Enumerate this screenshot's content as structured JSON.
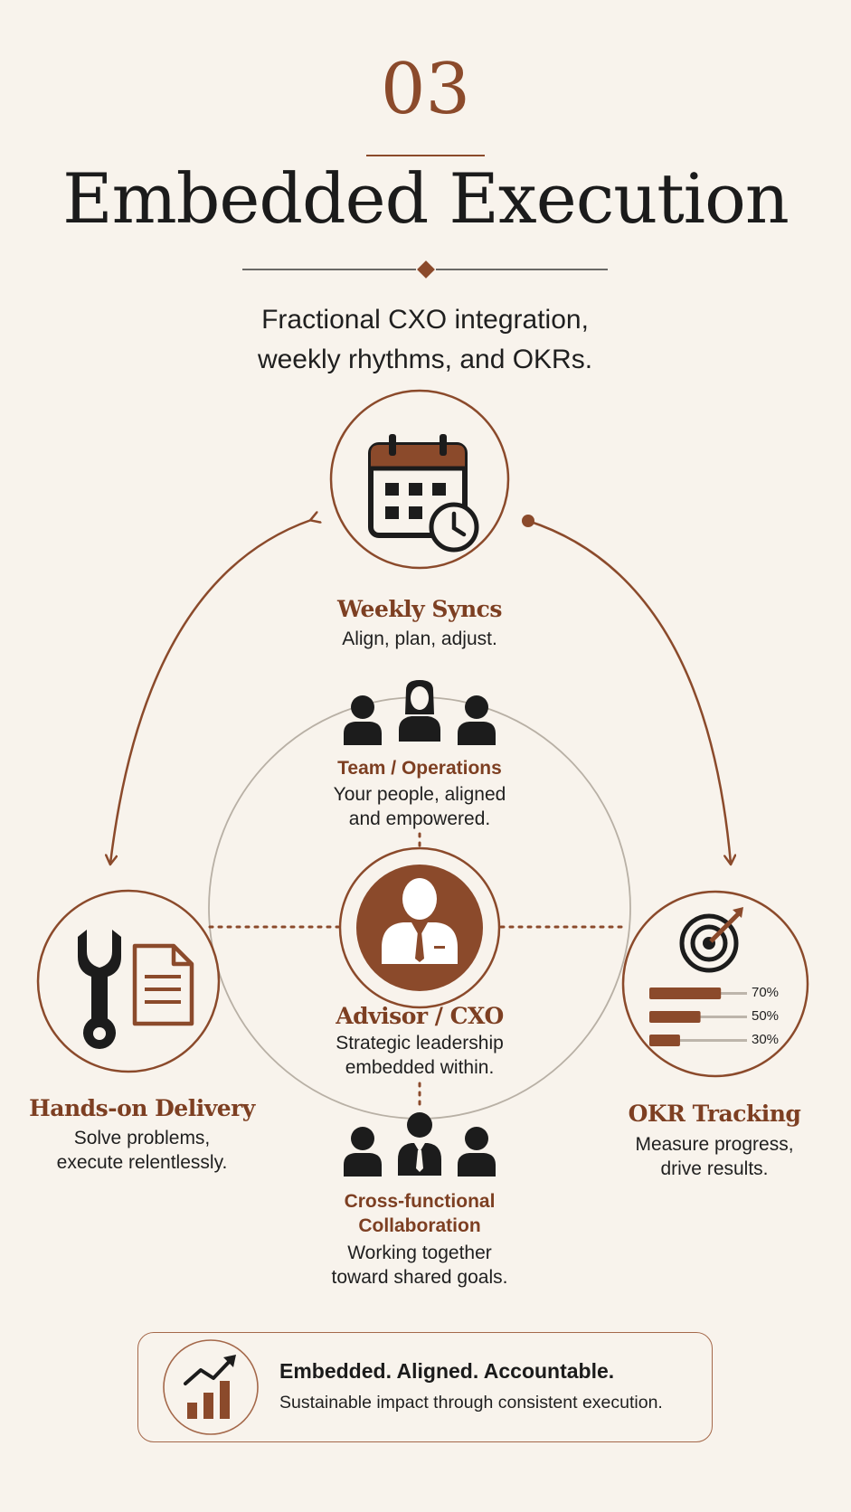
{
  "header": {
    "number": "03",
    "title": "Embedded Execution",
    "subtitle_line1": "Fractional CXO integration,",
    "subtitle_line2": "weekly rhythms, and OKRs."
  },
  "nodes": {
    "weekly_syncs": {
      "title": "Weekly Syncs",
      "desc": "Align, plan, adjust.",
      "icon": "calendar-clock-icon"
    },
    "hands_on": {
      "title": "Hands-on Delivery",
      "desc_line1": "Solve problems,",
      "desc_line2": "execute relentlessly.",
      "icon": "wrench-document-icon"
    },
    "okr": {
      "title": "OKR Tracking",
      "desc_line1": "Measure progress,",
      "desc_line2": "drive results.",
      "icon": "target-icon",
      "bars": [
        {
          "label": "70%",
          "value": 0.7
        },
        {
          "label": "50%",
          "value": 0.5
        },
        {
          "label": "30%",
          "value": 0.3
        }
      ]
    },
    "team": {
      "title": "Team / Operations",
      "desc_line1": "Your people, aligned",
      "desc_line2": "and empowered.",
      "icon": "team-people-icon"
    },
    "advisor": {
      "title": "Advisor / CXO",
      "desc_line1": "Strategic leadership",
      "desc_line2": "embedded within.",
      "icon": "advisor-icon"
    },
    "collab": {
      "title_line1": "Cross-functional",
      "title_line2": "Collaboration",
      "desc_line1": "Working together",
      "desc_line2": "toward shared goals.",
      "icon": "collaboration-people-icon"
    }
  },
  "footer": {
    "heading": "Embedded. Aligned. Accountable.",
    "desc": "Sustainable impact through consistent execution.",
    "icon": "growth-chart-icon"
  },
  "colors": {
    "accent": "#8b4a2b",
    "background": "#f8f3ec",
    "text": "#1c1c1c"
  }
}
